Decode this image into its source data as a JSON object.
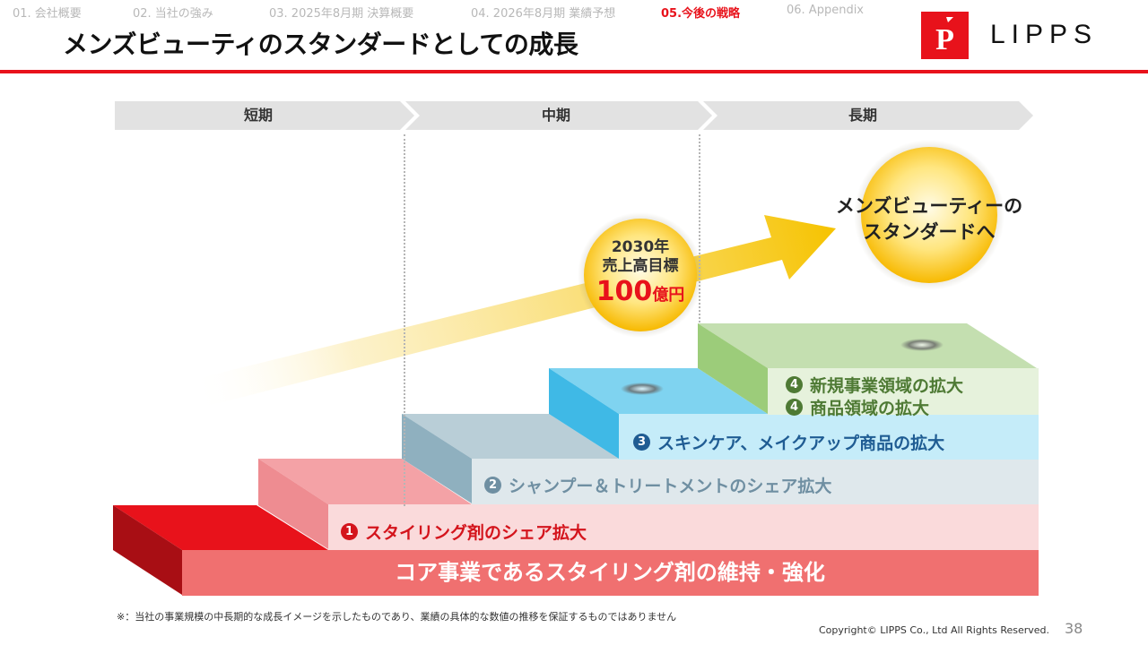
{
  "nav": {
    "items": [
      {
        "label": "01. 会社概要",
        "active": false
      },
      {
        "label": "02. 当社の強み",
        "active": false
      },
      {
        "label": "03. 2025年8月期 決算概要",
        "active": false
      },
      {
        "label": "04. 2026年8月期 業績予想",
        "active": false
      },
      {
        "label": "05.今後の戦略",
        "active": true
      },
      {
        "label": "06. Appendix",
        "active": false
      }
    ]
  },
  "title": "メンズビューティのスタンダードとしての成長",
  "logo": {
    "mark": "P",
    "text": "LIPPS"
  },
  "phases": [
    "短期",
    "中期",
    "長期"
  ],
  "target": {
    "year": "2030年",
    "label": "売上高目標",
    "amount": "100",
    "unit": "億円"
  },
  "goal": {
    "line1": "メンズビューティーの",
    "line2": "スタンダードへ"
  },
  "steps": [
    {
      "num": "1",
      "label": "スタイリング剤のシェア拡大",
      "color": "#d4141c"
    },
    {
      "num": "2",
      "label": "シャンプー＆トリートメントのシェア拡大",
      "color": "#6f8fa2"
    },
    {
      "num": "3",
      "label": "スキンケア、メイクアップ商品の拡大",
      "color": "#1f5c93"
    },
    {
      "num": "4",
      "label": "新規事業領域の拡大",
      "color": "#4e7a34"
    },
    {
      "num": "4",
      "label": "商品領域の拡大",
      "color": "#4e7a34"
    }
  ],
  "core": "コア事業であるスタイリング剤の維持・強化",
  "footnote": "※：当社の事業規模の中長期的な成長イメージを示したものであり、業績の具体的な数値の推移を保証するものではありません",
  "copyright": "Copyright© LIPPS Co., Ltd All Rights Reserved.",
  "page": "38",
  "colors": {
    "brand_red": "#e8121b",
    "arrow_yellow": "#f6c300"
  }
}
